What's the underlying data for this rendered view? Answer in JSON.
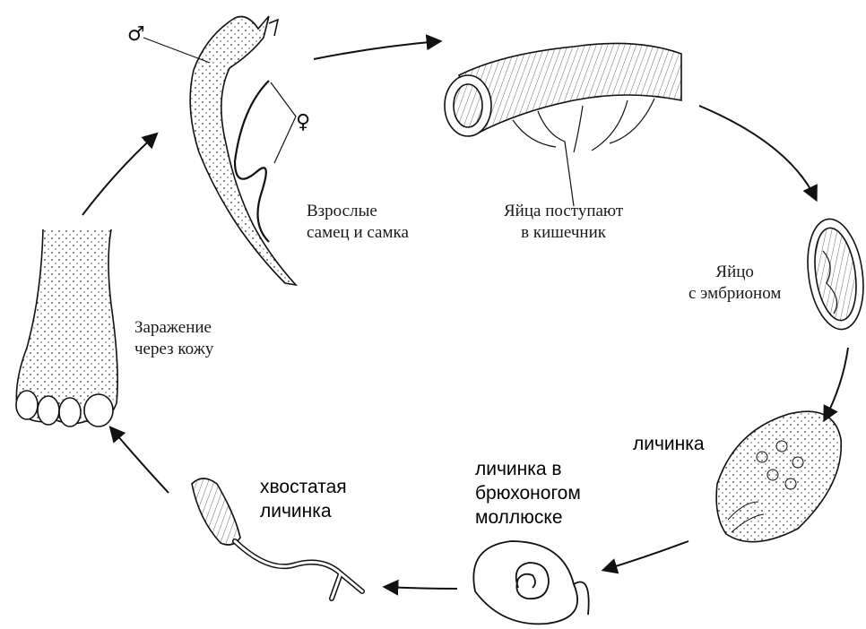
{
  "stages": {
    "adults": {
      "line1": "Взрослые",
      "line2": "самец и самка"
    },
    "eggs_intestine": {
      "line1": "Яйца поступают",
      "line2": "в кишечник"
    },
    "egg_embryo": {
      "line1": "Яйцо",
      "line2": "с эмбрионом"
    },
    "larva": {
      "line1": "личинка"
    },
    "snail_larva": {
      "line1": "личинка в",
      "line2": "брюхоногом",
      "line3": "моллюске"
    },
    "cercaria": {
      "line1": "хвостатая",
      "line2": "личинка"
    },
    "infection": {
      "line1": "Заражение",
      "line2": "через кожу"
    }
  },
  "symbols": {
    "male": "♂",
    "female": "♀"
  },
  "colors": {
    "ink": "#111111",
    "background": "#ffffff"
  }
}
